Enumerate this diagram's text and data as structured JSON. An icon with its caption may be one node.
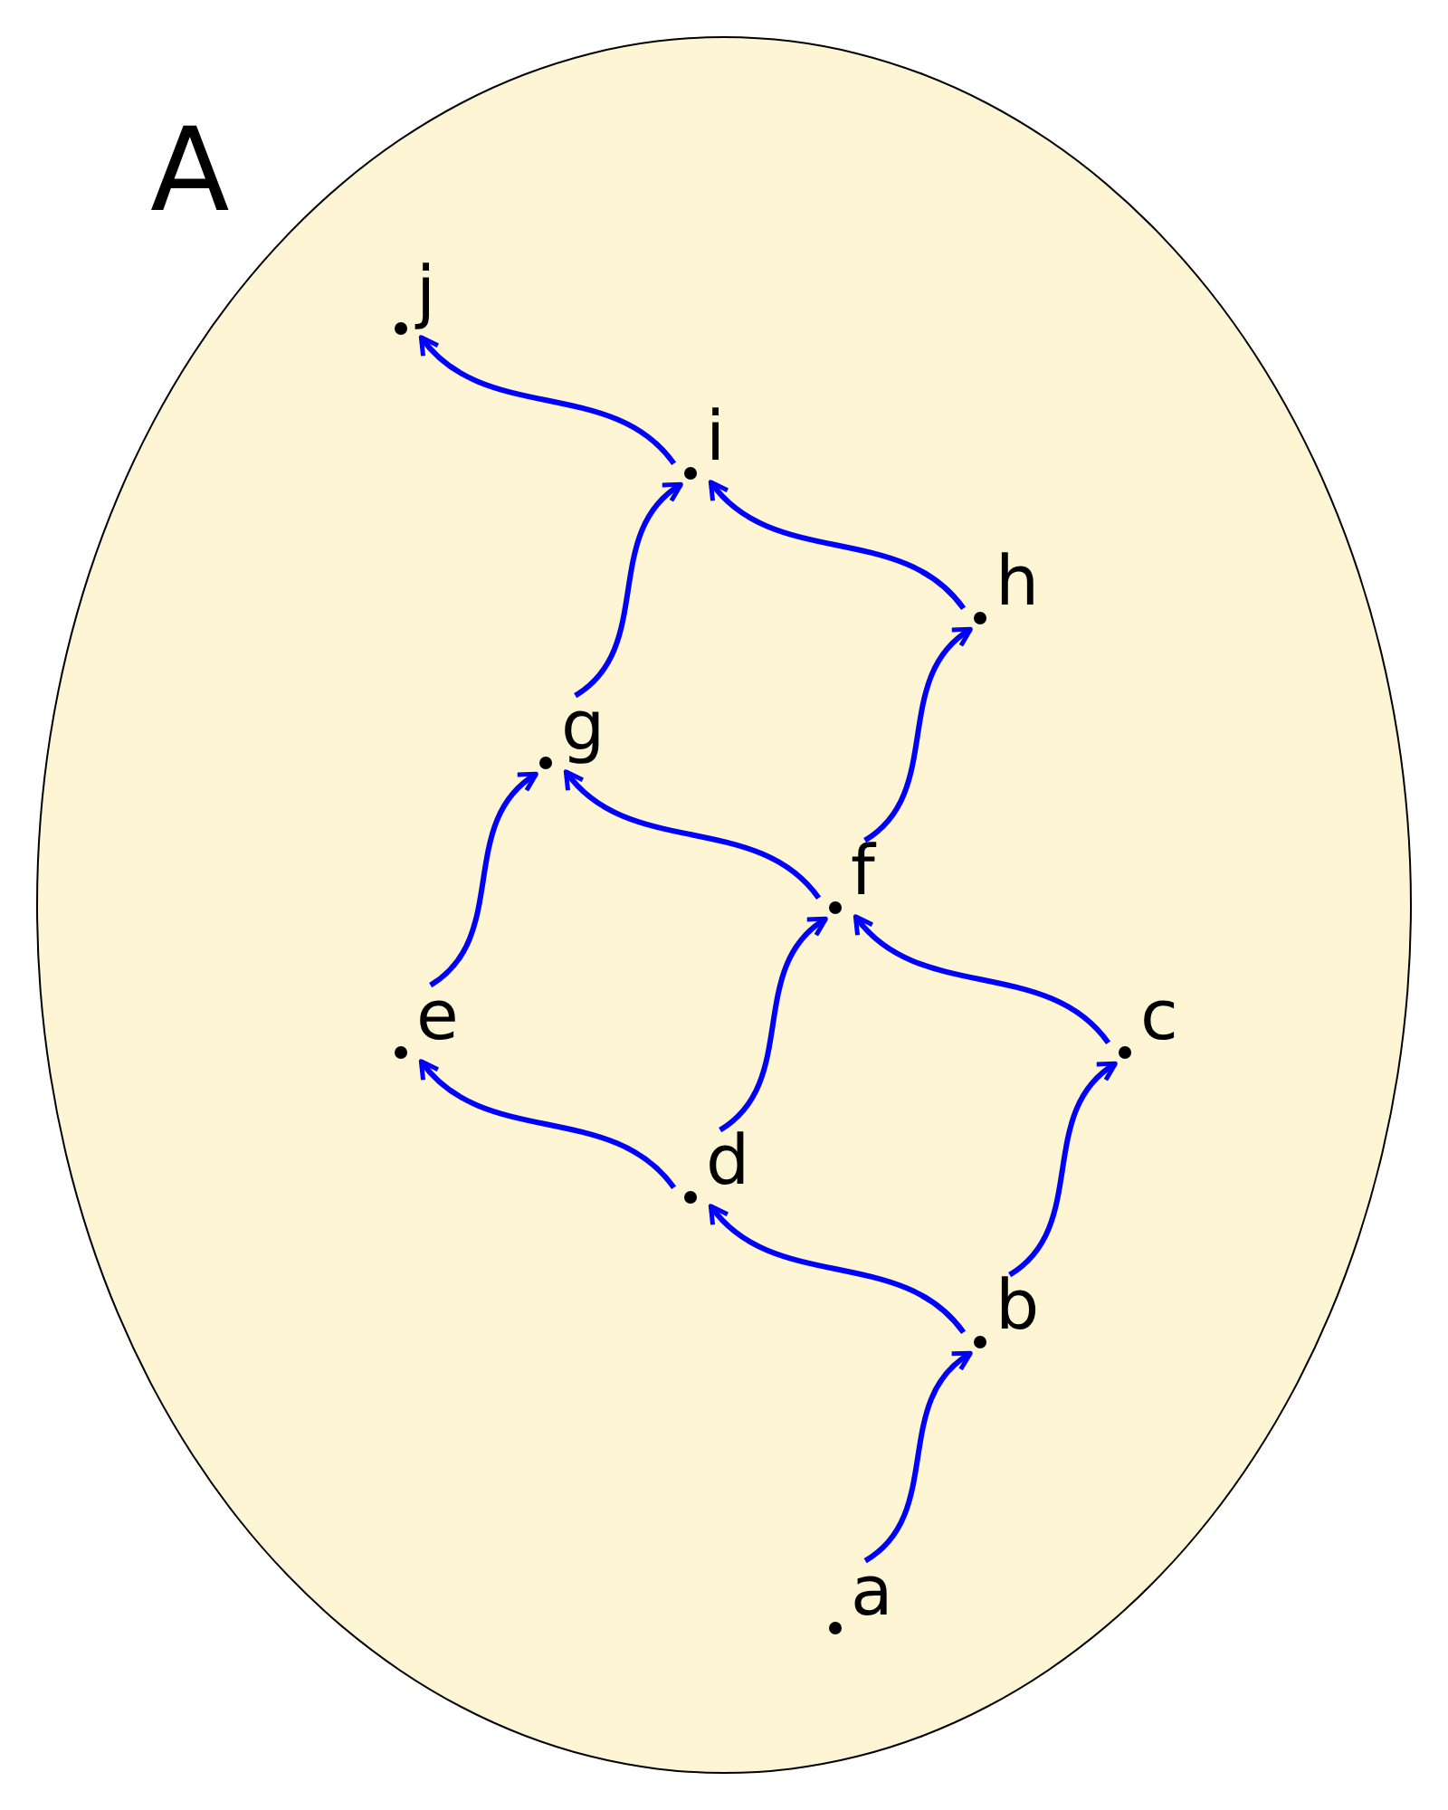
{
  "diagram": {
    "nodes": [
      {
        "text": [
          "A"
        ]
      },
      {
        "text": [
          "a"
        ],
        "in": 0
      },
      {
        "text": [
          "b"
        ],
        "in": 0
      },
      {
        "text": [
          "c"
        ],
        "in": 0
      },
      {
        "text": [
          "d"
        ],
        "in": 0
      },
      {
        "text": [
          "e"
        ],
        "in": 0
      },
      {
        "text": [
          "f"
        ],
        "in": 0
      },
      {
        "text": [
          "g"
        ],
        "in": 0
      },
      {
        "text": [
          "h"
        ],
        "in": 0
      },
      {
        "text": [
          "i"
        ],
        "in": 0
      },
      {
        "text": [
          "j"
        ],
        "in": 0
      }
    ],
    "edges": [
      {
        "from": 1,
        "to": 2,
        "arrow": "to",
        "color": "#0000ff"
      },
      {
        "from": 2,
        "to": 3,
        "arrow": "to",
        "color": "#0000ff"
      },
      {
        "from": 2,
        "to": 4,
        "arrow": "to",
        "color": "#0000ff"
      },
      {
        "from": 3,
        "to": 6,
        "arrow": "to",
        "color": "#0000ff"
      },
      {
        "from": 4,
        "to": 6,
        "arrow": "to",
        "color": "#0000ff"
      },
      {
        "from": 4,
        "to": 5,
        "arrow": "to",
        "color": "#0000ff"
      },
      {
        "from": 5,
        "to": 7,
        "arrow": "to",
        "color": "#0000ff"
      },
      {
        "from": 6,
        "to": 7,
        "arrow": "to",
        "color": "#0000ff"
      },
      {
        "from": 6,
        "to": 8,
        "arrow": "to",
        "color": "#0000ff"
      },
      {
        "from": 7,
        "to": 9,
        "arrow": "to",
        "color": "#0000ff"
      },
      {
        "from": 8,
        "to": 9,
        "arrow": "to",
        "color": "#0000ff"
      },
      {
        "from": 9,
        "to": 10,
        "arrow": "to",
        "color": "#0000ff"
      }
    ]
  }
}
